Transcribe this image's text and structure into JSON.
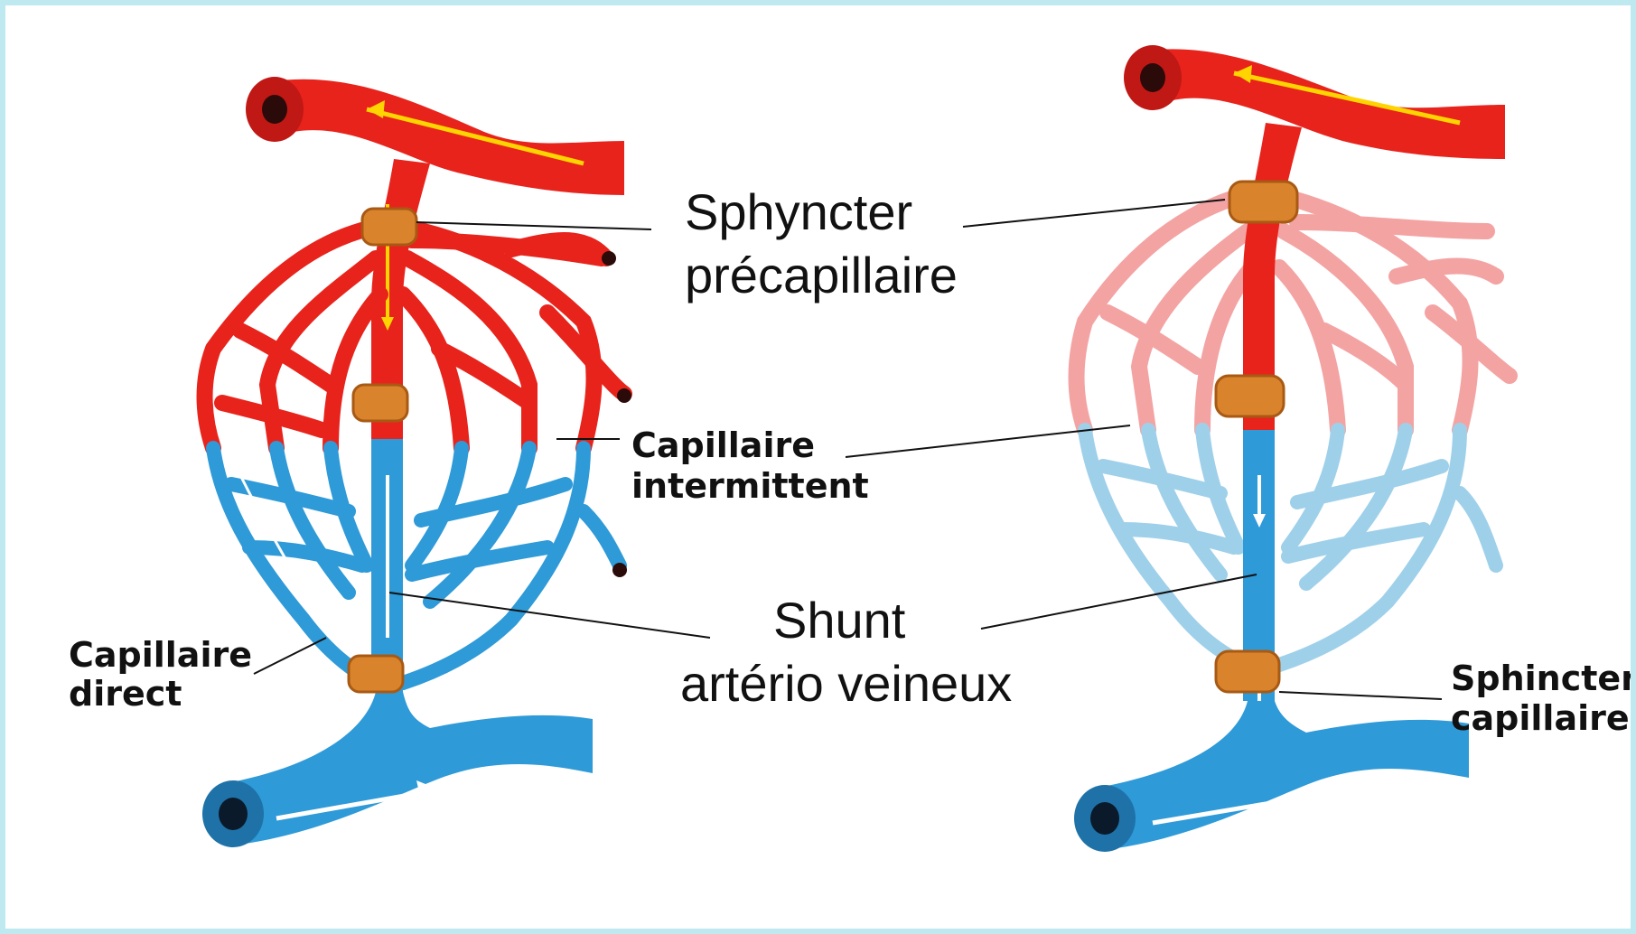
{
  "labels": {
    "sphyncter_precapillaire": [
      "Sphyncter",
      "précapillaire"
    ],
    "capillaire_intermittent": [
      "Capillaire",
      "intermittent"
    ],
    "capillaire_direct": [
      "Capillaire",
      "direct"
    ],
    "shunt": [
      "Shunt",
      "artério veineux"
    ],
    "sphincter_capillaire": [
      "Sphincter",
      "capillaire"
    ]
  },
  "colors": {
    "artery": "#e8231c",
    "artery_pale": "#f4a3a3",
    "vein": "#2e9ad8",
    "vein_pale": "#9fd0ea",
    "sphincter": "#d9842c",
    "flow_arrow_artery": "#ffd400",
    "flow_arrow_vein": "#ffffff",
    "border": "#bfe9f0"
  },
  "panels": [
    {
      "name": "left-network",
      "state": "capillaries open"
    },
    {
      "name": "right-network",
      "state": "capillaries closed, shunt open"
    }
  ]
}
